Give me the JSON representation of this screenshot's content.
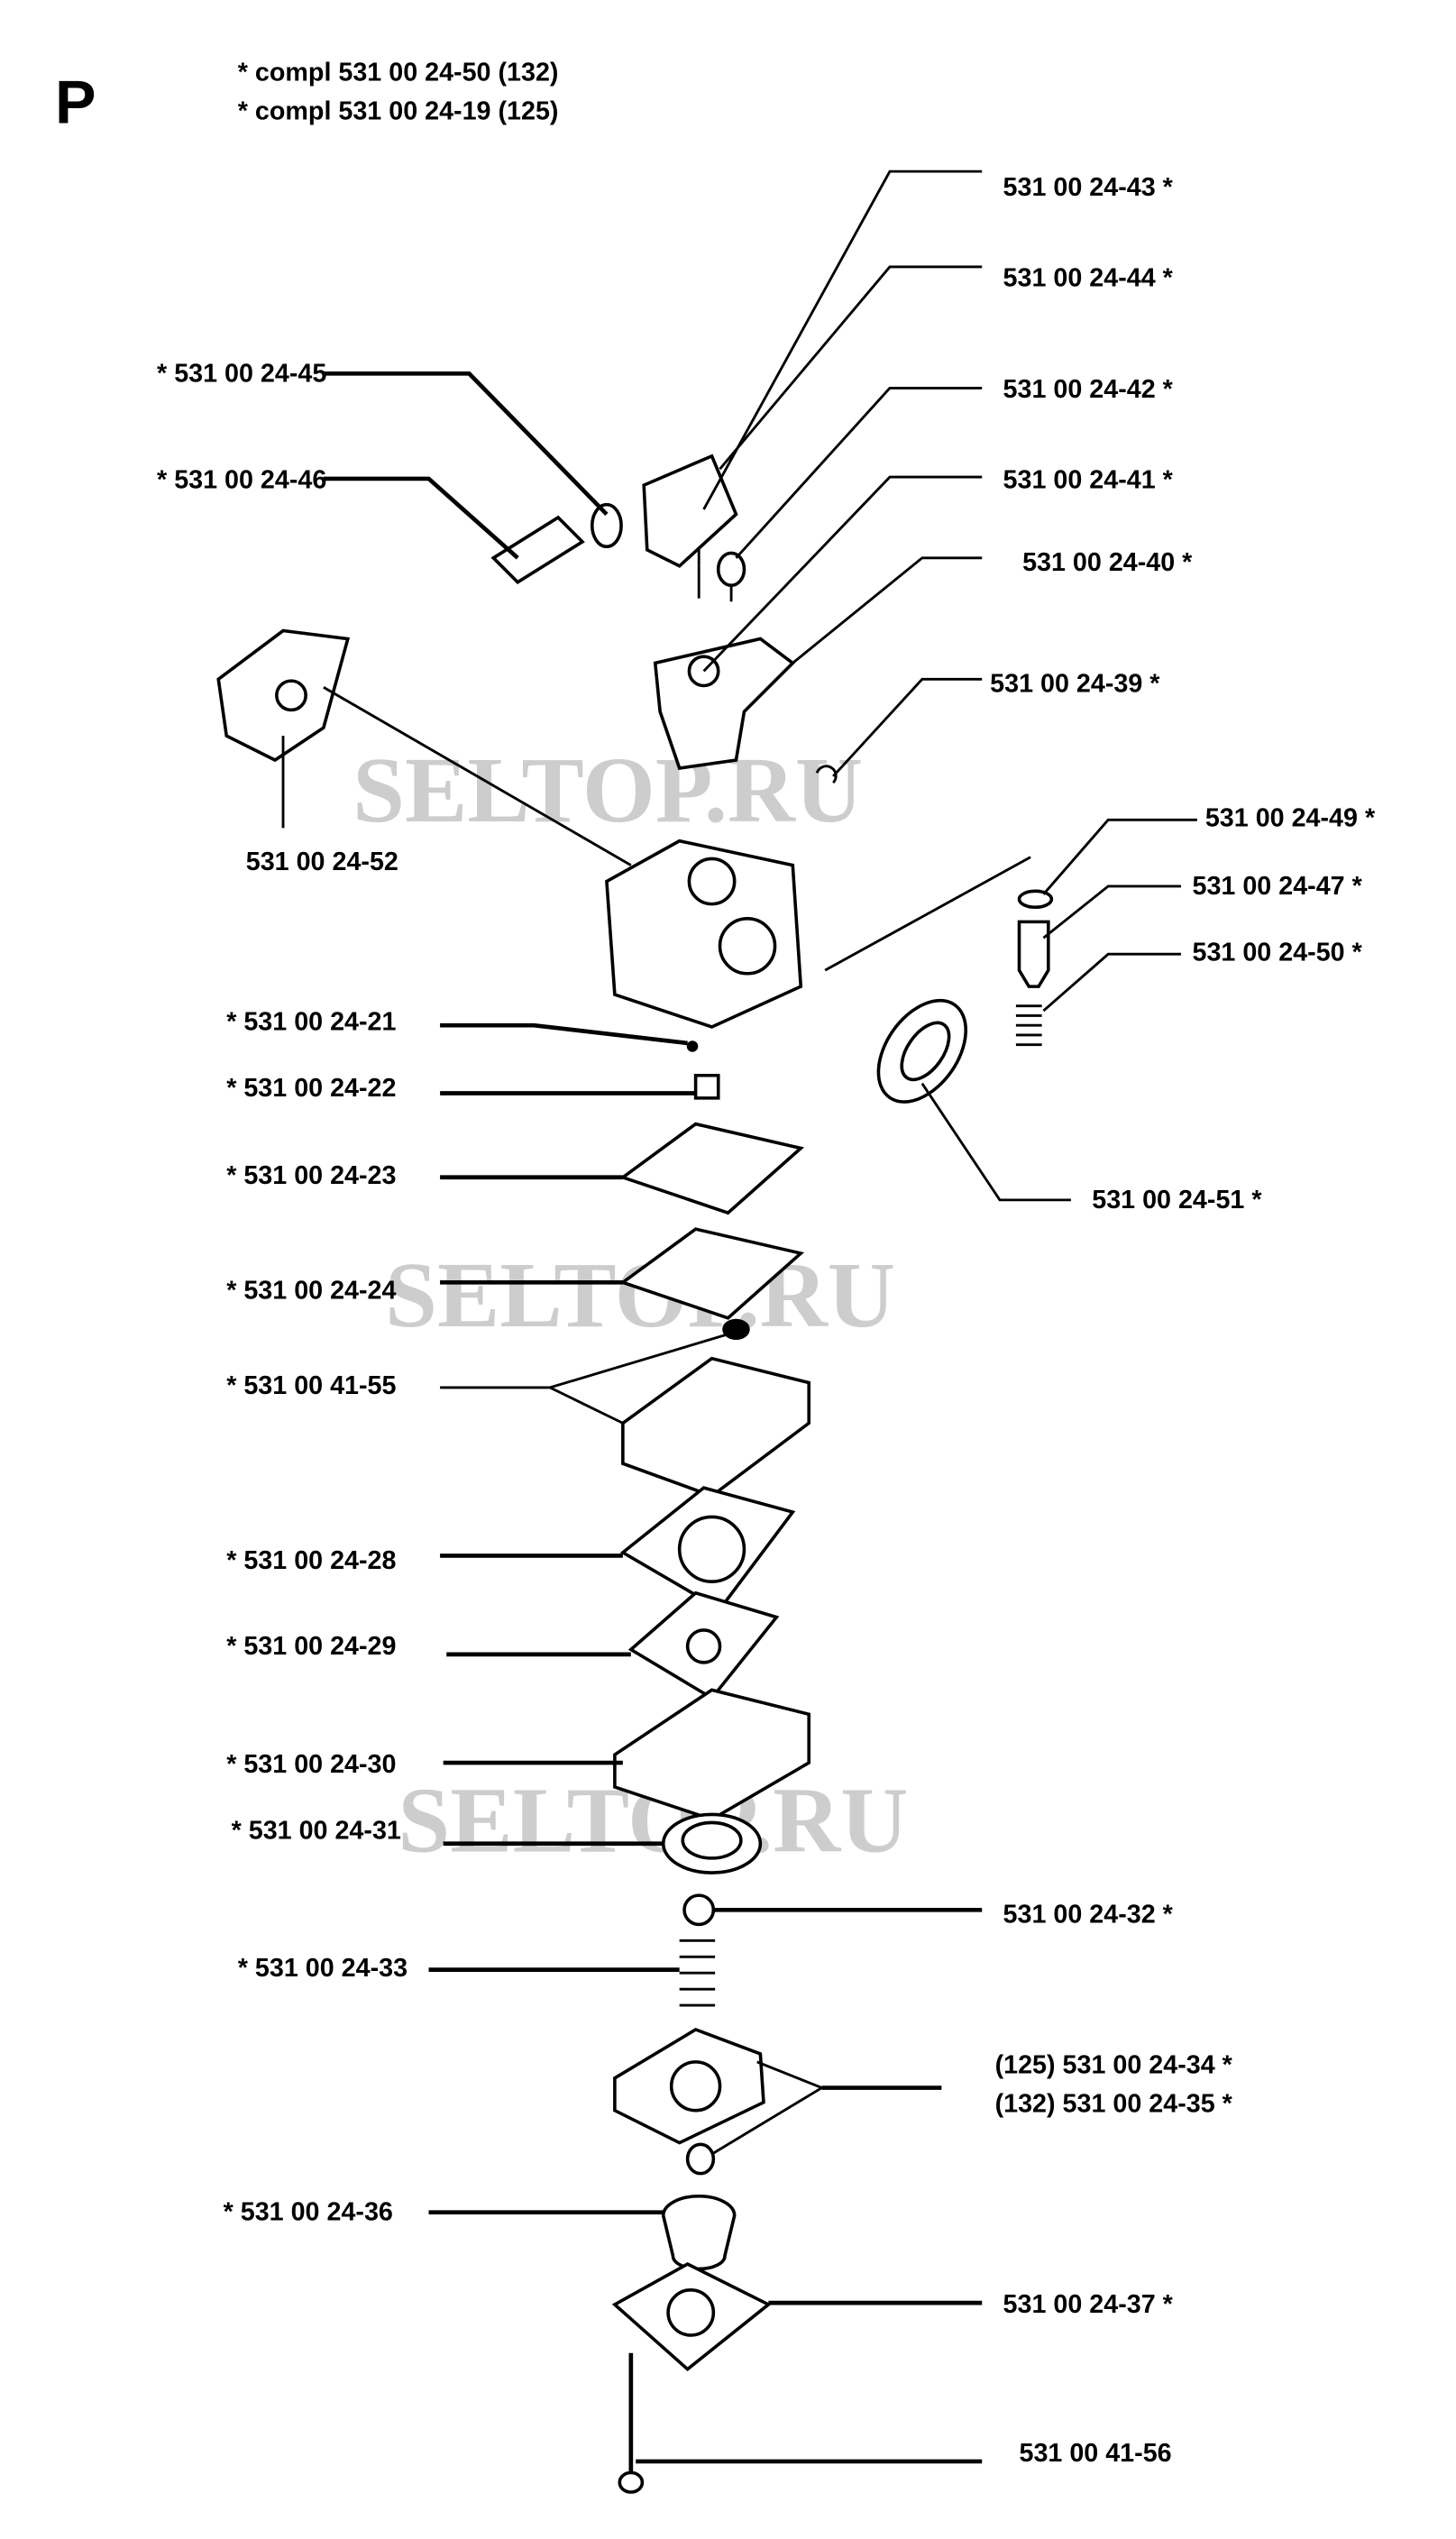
{
  "header": {
    "section_letter": "P",
    "kits": [
      "*  compl 531 00 24-50 (132)",
      "*  compl 531 00 24-19 (125)"
    ]
  },
  "watermark": "SELTOP.RU",
  "labels": {
    "p43": "531 00 24-43  *",
    "p44": "531 00 24-44  *",
    "p45": "*  531 00 24-45",
    "p42": "531 00 24-42  *",
    "p46": "*  531 00 24-46",
    "p41": "531 00 24-41  *",
    "p40": "531 00 24-40  *",
    "p39": "531 00 24-39  *",
    "p52": "531 00 24-52",
    "p49": "531 00 24-49  *",
    "p47": "531 00 24-47  *",
    "p50": "531 00 24-50  *",
    "p21": "*  531 00 24-21",
    "p22": "*  531 00 24-22",
    "p51": "531 00 24-51  *",
    "p23": "*  531 00 24-23",
    "p24": "*  531 00 24-24",
    "p4155": "*  531 00 41-55",
    "p28": "*  531 00 24-28",
    "p29": "*  531 00 24-29",
    "p30": "*  531 00 24-30",
    "p31": "*  531 00 24-31",
    "p32": "531 00 24-32  *",
    "p33": "*  531 00 24-33",
    "p34": "(125) 531 00 24-34  *",
    "p35": "(132) 531 00 24-35  *",
    "p36": "*  531 00 24-36",
    "p37": "531 00 24-37  *",
    "p4156": "531 00 41-56"
  }
}
